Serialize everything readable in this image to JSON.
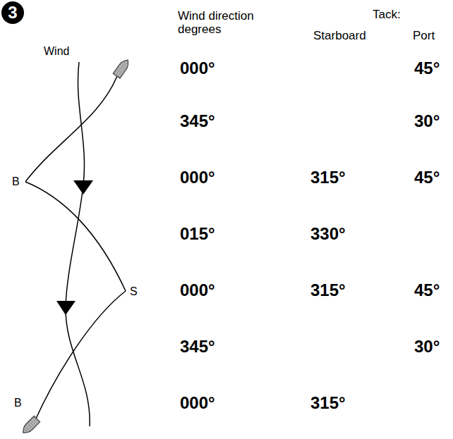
{
  "diagram": {
    "labels": [
      "3",
      "Wind",
      "B",
      "S",
      "B",
      "Wind direction degrees",
      "Tack:",
      "Starboard",
      "Port",
      "000°",
      "45°",
      "345°",
      "30°",
      "000°",
      "315°",
      "45°",
      "015°",
      "330°",
      "000°",
      "315°",
      "45°",
      "345°",
      "30°",
      "000°",
      "315°"
    ]
  }
}
